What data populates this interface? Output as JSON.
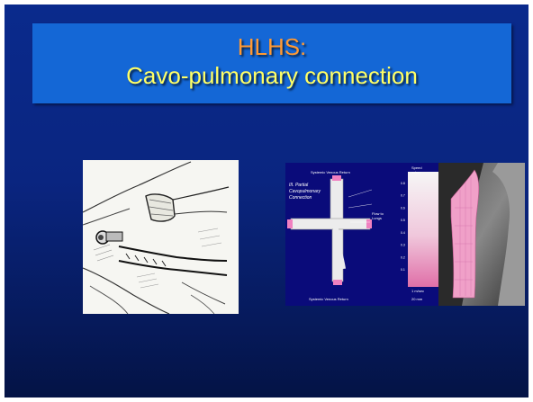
{
  "slide": {
    "title_line1": "HLHS:",
    "title_line2": "Cavo-pulmonary connection"
  },
  "diagram": {
    "top_label": "Systemic Venous Return",
    "bottom_label": "Systemic Venous Return",
    "panel_title_line1": "III. Partial",
    "panel_title_line2": "Cavopulmonary",
    "panel_title_line3": "Connection",
    "flow_label_line1": "Flow to",
    "flow_label_line2": "Lungs",
    "speed_title_line1": "Speed",
    "speed_title_line2": "m/sec",
    "speed_ticks": [
      "0.8",
      "0.7",
      "0.6",
      "0.5",
      "0.4",
      "0.3",
      "0.2",
      "0.1"
    ],
    "speed_ref": "1 m/sec",
    "scale_ref": "20 mm"
  },
  "colors": {
    "title_box": "#1467d6",
    "title_text": "#ffff66",
    "title_accent": "#ff9933",
    "slide_bg": "#0a2a8c",
    "diagram_bg": "#0a0b7a",
    "vessel_pink": "#f0a0c8"
  }
}
